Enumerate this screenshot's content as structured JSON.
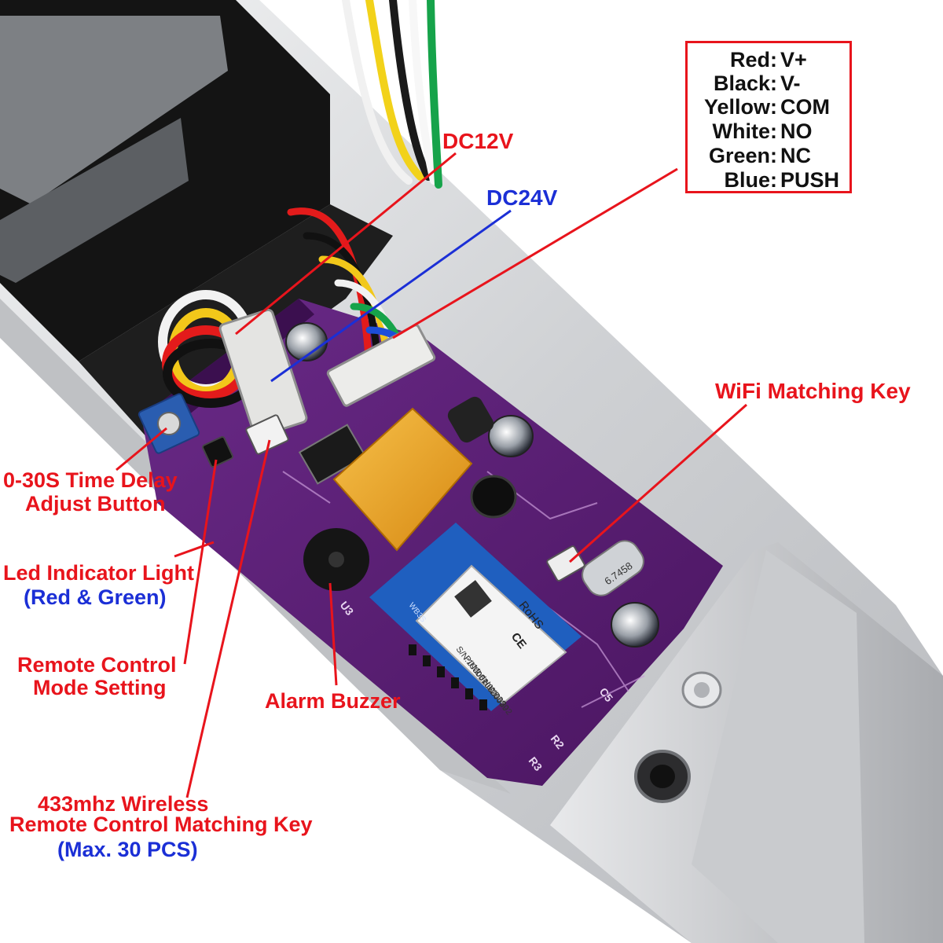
{
  "legend": {
    "rows": [
      {
        "key": "Red:",
        "val": "V+"
      },
      {
        "key": "Black:",
        "val": "V-"
      },
      {
        "key": "Yellow:",
        "val": "COM"
      },
      {
        "key": "White:",
        "val": "NO"
      },
      {
        "key": "Green:",
        "val": "NC"
      },
      {
        "key": "Blue:",
        "val": "PUSH"
      }
    ]
  },
  "labels": {
    "dc12v": "DC12V",
    "dc24v": "DC24V",
    "wifi_key": "WiFi Matching Key",
    "time_delay_1": "0-30S Time Delay",
    "time_delay_2": "Adjust Button",
    "led_1": "Led Indicator Light",
    "led_2": "(Red & Green)",
    "remote_mode_1": "Remote Control",
    "remote_mode_2": "Mode Setting",
    "buzzer": "Alarm Buzzer",
    "rf_1": "433mhz Wireless",
    "rf_2": "Remote Control Matching Key",
    "rf_3": "(Max. 30 PCS)"
  },
  "board_text": {
    "module_model": "Model:WB3S",
    "module_pn": "P/N:2.01.01.00202",
    "module_sn": "S/N:1000570620039",
    "rohs": "RoHS",
    "ce": "CE",
    "crystal": "6.7458",
    "u3": "U3",
    "r2": "R2",
    "r3": "R3",
    "c5": "C5",
    "wb": "WB3S"
  },
  "colors": {
    "label_red": "#e8141c",
    "label_blue": "#1b2fd6",
    "pcb_purple": "#5c1f78",
    "aluminum": "#d9dadc",
    "relay_orange": "#f0a020"
  }
}
